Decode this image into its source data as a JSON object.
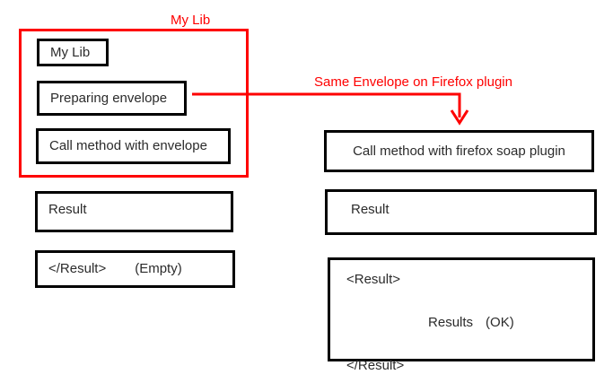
{
  "diagram": {
    "title": "SOAP envelope comparison flow",
    "colors": {
      "accent_red": "#fe0000",
      "box_border": "#000000",
      "text": "#2b2b2b",
      "background": "#ffffff"
    },
    "group": {
      "label": "My Lib",
      "border_color": "#fe0000"
    },
    "connector": {
      "label": "Same Envelope on Firefox plugin",
      "color": "#fe0000",
      "arrow_direction": "down"
    },
    "left_column": {
      "nodes": [
        {
          "id": "my-lib",
          "label": "My Lib"
        },
        {
          "id": "preparing-envelope",
          "label": "Preparing envelope"
        },
        {
          "id": "call-method-envelope",
          "label": "Call method with envelope"
        },
        {
          "id": "result-left",
          "label": "Result"
        }
      ],
      "result_box": {
        "label": "</Result>",
        "note": "(Empty)"
      }
    },
    "right_column": {
      "nodes": [
        {
          "id": "call-method-firefox",
          "label": "Call method with firefox soap plugin"
        },
        {
          "id": "result-right",
          "label": "Result"
        }
      ],
      "result_box": {
        "open_tag": "<Result>",
        "body": "Results",
        "note": "(OK)",
        "close_tag": "</Result>"
      }
    }
  }
}
